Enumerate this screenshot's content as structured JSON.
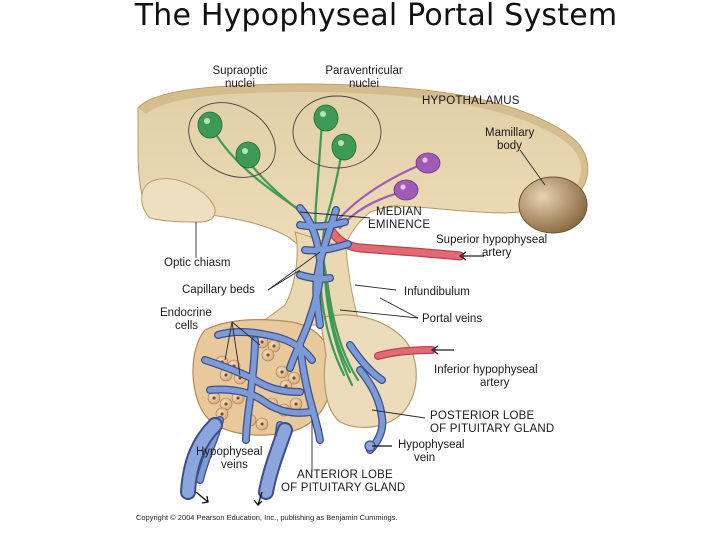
{
  "title": "The Hypophyseal Portal System",
  "labels": {
    "supraoptic": [
      "Supraoptic",
      "nuclei"
    ],
    "paraventricular": [
      "Paraventricular",
      "nuclei"
    ],
    "hypothalamus": "HYPOTHALAMUS",
    "mamillary": [
      "Mamillary",
      "body"
    ],
    "median_eminence": [
      "MEDIAN",
      "EMINENCE"
    ],
    "superior_artery": [
      "Superior hypophyseal",
      "artery"
    ],
    "optic_chiasm": "Optic chiasm",
    "capillary_beds": "Capillary beds",
    "infundibulum": "Infundibulum",
    "endocrine_cells": [
      "Endocrine",
      "cells"
    ],
    "portal_veins": "Portal veins",
    "inferior_artery": [
      "Inferior hypophyseal",
      "artery"
    ],
    "posterior_lobe": [
      "POSTERIOR LOBE",
      "OF PITUITARY GLAND"
    ],
    "hypophyseal_vein": [
      "Hypophyseal",
      "vein"
    ],
    "hypophyseal_veins": [
      "Hypophyseal",
      "veins"
    ],
    "anterior_lobe": [
      "ANTERIOR LOBE",
      "OF PITUITARY GLAND"
    ]
  },
  "copyright": "Copyright © 2004 Pearson Education, Inc., publishing as Benjamin Cummings.",
  "colors": {
    "tissue": "#e9d9b4",
    "tissue_dark": "#c9b07e",
    "vessel_blue": "#6f8fd0",
    "vessel_outline": "#3d4f8a",
    "artery_red": "#e26a74",
    "neuron_green": "#3f9a55",
    "neuron_purple": "#a05ab8",
    "mamillary": "#9c7a4f"
  }
}
